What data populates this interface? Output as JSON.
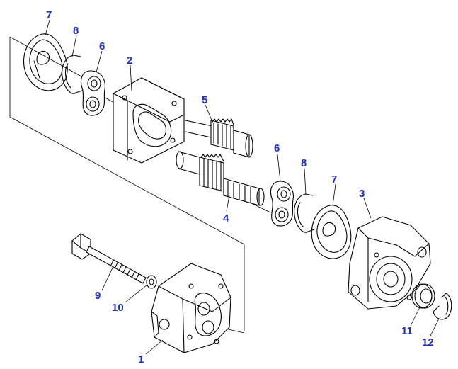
{
  "colors": {
    "callout": "#1f2fbf",
    "line": "#000000",
    "background": "#ffffff"
  },
  "callouts": [
    {
      "id": "c7a",
      "label": "7"
    },
    {
      "id": "c8a",
      "label": "8"
    },
    {
      "id": "c6a",
      "label": "6"
    },
    {
      "id": "c2",
      "label": "2"
    },
    {
      "id": "c5",
      "label": "5"
    },
    {
      "id": "c6b",
      "label": "6"
    },
    {
      "id": "c8b",
      "label": "8"
    },
    {
      "id": "c7b",
      "label": "7"
    },
    {
      "id": "c3",
      "label": "3"
    },
    {
      "id": "c4",
      "label": "4"
    },
    {
      "id": "c9",
      "label": "9"
    },
    {
      "id": "c10",
      "label": "10"
    },
    {
      "id": "c11",
      "label": "11"
    },
    {
      "id": "c12",
      "label": "12"
    },
    {
      "id": "c1",
      "label": "1"
    }
  ]
}
